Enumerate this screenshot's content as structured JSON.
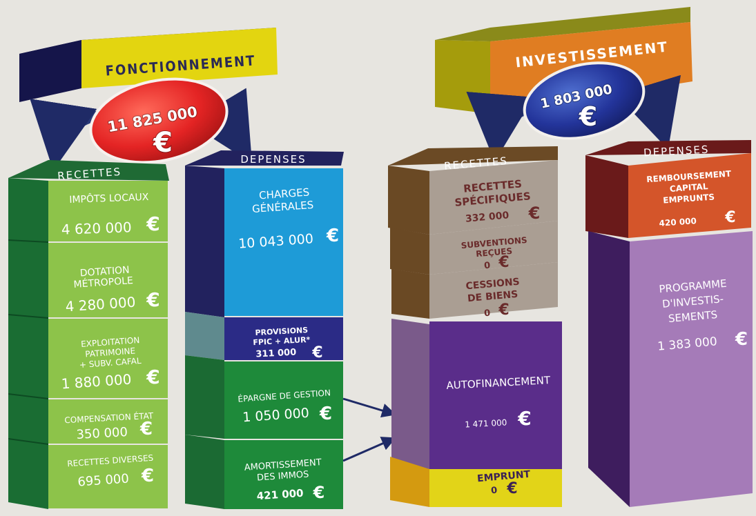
{
  "fonctionnement": {
    "title": "FONCTIONNEMENT",
    "total": "11 825 000",
    "currency": "€",
    "recettes": {
      "header": "RECETTES",
      "items": [
        {
          "label": [
            "IMPÔTS LOCAUX"
          ],
          "amount": "4 620 000"
        },
        {
          "label": [
            "DOTATION",
            "MÉTROPOLE"
          ],
          "amount": "4 280 000"
        },
        {
          "label": [
            "EXPLOITATION",
            "PATRIMOINE",
            "+ SUBV. CAFAL"
          ],
          "amount": "1 880 000"
        },
        {
          "label": [
            "COMPENSATION ÉTAT"
          ],
          "amount": "350 000"
        },
        {
          "label": [
            "RECETTES DIVERSES"
          ],
          "amount": "695 000"
        }
      ]
    },
    "depenses": {
      "header": "DEPENSES",
      "items": [
        {
          "label": [
            "CHARGES",
            "GÉNÉRALES"
          ],
          "amount": "10 043 000"
        },
        {
          "label": [
            "PROVISIONS",
            "FPIC + ALUR*"
          ],
          "amount": "311 000"
        },
        {
          "label": [
            "ÉPARGNE DE GESTION"
          ],
          "amount": "1 050 000"
        },
        {
          "label": [
            "AMORTISSEMENT",
            "DES IMMOS"
          ],
          "amount": "421 000"
        }
      ]
    }
  },
  "investissement": {
    "title": "INVESTISSEMENT",
    "total": "1 803 000",
    "currency": "€",
    "recettes": {
      "header": "RECETTES",
      "items": [
        {
          "label": [
            "RECETTES",
            "SPÉCIFIQUES"
          ],
          "amount": "332 000"
        },
        {
          "label": [
            "SUBVENTIONS",
            "REÇUES"
          ],
          "amount": "0"
        },
        {
          "label": [
            "CESSIONS",
            "DE BIENS"
          ],
          "amount": "0"
        },
        {
          "label": [
            "AUTOFINANCEMENT"
          ],
          "amount": "1 471 000"
        },
        {
          "label": [
            "EMPRUNT"
          ],
          "amount": "0"
        }
      ]
    },
    "depenses": {
      "header": "DEPENSES",
      "items": [
        {
          "label": [
            "REMBOURSEMENT",
            "CAPITAL",
            "EMPRUNTS"
          ],
          "amount": "420 000"
        },
        {
          "label": [
            "PROGRAMME",
            "D'INVESTIS-",
            "SEMENTS"
          ],
          "amount": "1 383 000"
        }
      ]
    }
  },
  "colors": {
    "background": "#e7e5e0",
    "green": "#8dc34a",
    "green_dark": "#1f7a3a",
    "blue": "#1e9bd7",
    "navy": "#1c1c6b",
    "brown": "#6b4a25",
    "taupe": "#a69a8f",
    "purple": "#5b2d8a",
    "violet": "#a57bb8",
    "orange": "#e8782a",
    "yellow": "#e2d418",
    "red": "#e02a2a"
  }
}
